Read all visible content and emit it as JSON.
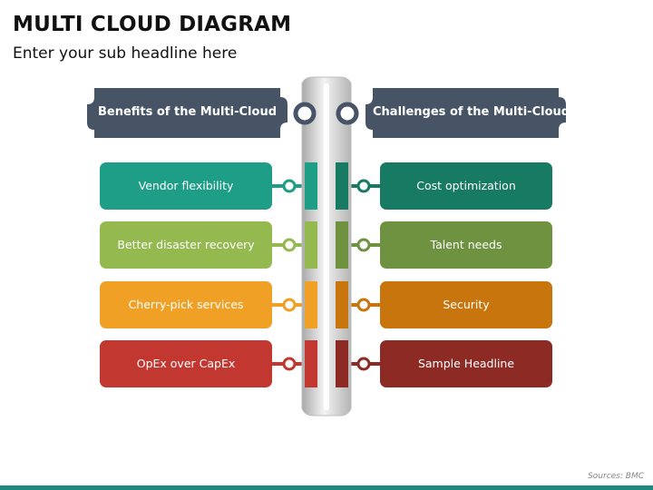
{
  "title": "MULTI CLOUD DIAGRAM",
  "subtitle": "Enter your sub headline here",
  "left_header": "Benefits of the Multi-Cloud",
  "right_header": "Challenges of the Multi-Cloud",
  "colors": {
    "header": "#465466",
    "pole": "#cfcfcf",
    "row1_left": "#1e9e86",
    "row1_right": "#177a63",
    "row2_left": "#93b94f",
    "row2_right": "#6f9240",
    "row3_left": "#f0a024",
    "row3_right": "#c8750e",
    "row4_left": "#c2372f",
    "row4_right": "#8e2a24"
  },
  "rows": [
    {
      "left": "Vendor flexibility",
      "right": "Cost optimization"
    },
    {
      "left": "Better disaster recovery",
      "right": "Talent needs"
    },
    {
      "left": "Cherry-pick services",
      "right": "Security"
    },
    {
      "left": "OpEx over CapEx",
      "right": "Sample Headline"
    }
  ],
  "source": "Sources: BMC"
}
